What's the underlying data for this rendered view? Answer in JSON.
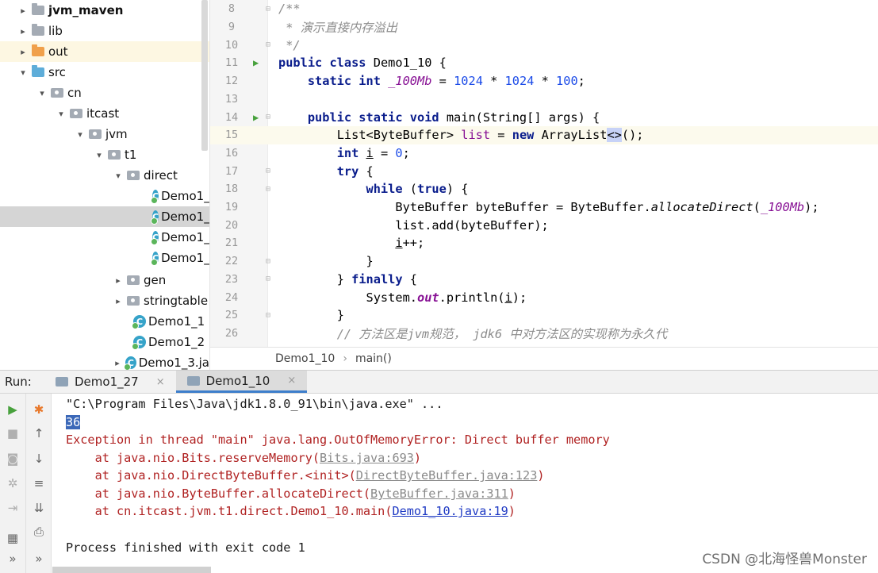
{
  "project_tree": {
    "items": [
      {
        "label": "jvm_maven",
        "arrow": "▸",
        "icon": "folder-icon",
        "bold": true
      },
      {
        "label": "lib",
        "arrow": "▸",
        "icon": "folder-icon"
      },
      {
        "label": "out",
        "arrow": "▸",
        "icon": "folder-orange-icon"
      },
      {
        "label": "src",
        "arrow": "▾",
        "icon": "folder-blue-icon"
      },
      {
        "label": "cn",
        "arrow": "▾",
        "icon": "package-icon"
      },
      {
        "label": "itcast",
        "arrow": "▾",
        "icon": "package-icon"
      },
      {
        "label": "jvm",
        "arrow": "▾",
        "icon": "package-icon"
      },
      {
        "label": "t1",
        "arrow": "▾",
        "icon": "package-icon"
      },
      {
        "label": "direct",
        "arrow": "▾",
        "icon": "package-icon"
      },
      {
        "label": "Demo1_",
        "icon": "class-icon"
      },
      {
        "label": "Demo1_",
        "icon": "class-icon",
        "selected": true
      },
      {
        "label": "Demo1_",
        "icon": "class-icon"
      },
      {
        "label": "Demo1_",
        "icon": "class-icon"
      },
      {
        "label": "gen",
        "arrow": "▸",
        "icon": "package-icon"
      },
      {
        "label": "stringtable",
        "arrow": "▸",
        "icon": "package-icon"
      },
      {
        "label": "Demo1_1",
        "icon": "class-icon"
      },
      {
        "label": "Demo1_2",
        "icon": "class-icon"
      },
      {
        "label": "Demo1_3.ja",
        "arrow": "▸",
        "icon": "class-icon"
      }
    ]
  },
  "editor": {
    "line_numbers": [
      "8",
      "9",
      "10",
      "11",
      "12",
      "13",
      "14",
      "15",
      "16",
      "17",
      "18",
      "19",
      "20",
      "21",
      "22",
      "23",
      "24",
      "25",
      "26"
    ],
    "lines": {
      "l8": "/**",
      "l9": " * 演示直接内存溢出",
      "l10": " */",
      "l11_kw": "public class ",
      "l11_rest": "Demo1_10 {",
      "l12_kw": "static int ",
      "l12_field": "_100Mb",
      "l12_eq": " = ",
      "l12_n1": "1024",
      "l12_op1": " * ",
      "l12_n2": "1024",
      "l12_op2": " * ",
      "l12_n3": "100",
      "l12_end": ";",
      "l14_kw": "public static void ",
      "l14_rest": "main(String[] args) {",
      "l15_a": "List<ByteBuffer> ",
      "l15_var": "list",
      "l15_b": " = ",
      "l15_kw": "new ",
      "l15_c": "ArrayList",
      "l15_diamond": "<>",
      "l15_d": "();",
      "l16_kw": "int ",
      "l16_var": "i",
      "l16_b": " = ",
      "l16_num": "0",
      "l16_end": ";",
      "l17_kw": "try ",
      "l17_rest": "{",
      "l18_kw": "while ",
      "l18_a": "(",
      "l18_kw2": "true",
      "l18_b": ") {",
      "l19_a": "ByteBuffer byteBuffer = ByteBuffer.",
      "l19_meth": "allocateDirect",
      "l19_b": "(",
      "l19_field": "_100Mb",
      "l19_c": ");",
      "l20": "list.add(byteBuffer);",
      "l21_var": "i",
      "l21_rest": "++;",
      "l22": "}",
      "l23_a": "} ",
      "l23_kw": "finally ",
      "l23_b": "{",
      "l24_a": "System.",
      "l24_field": "out",
      "l24_b": ".println(",
      "l24_var": "i",
      "l24_c": ");",
      "l25": "}",
      "l26": "// 方法区是jvm规范， jdk6 中对方法区的实现称为永久代"
    },
    "breadcrumb": [
      "Demo1_10",
      "main()"
    ]
  },
  "run_panel": {
    "label": "Run:",
    "tabs": [
      {
        "label": "Demo1_27",
        "active": false
      },
      {
        "label": "Demo1_10",
        "active": true
      }
    ],
    "close_glyph": "×",
    "console": {
      "cmd": "\"C:\\Program Files\\Java\\jdk1.8.0_91\\bin\\java.exe\" ...",
      "output": "36",
      "exception": "Exception in thread \"main\" java.lang.OutOfMemoryError: Direct buffer memory",
      "trace": [
        {
          "prefix": "    at java.nio.Bits.reserveMemory(",
          "link": "Bits.java:693",
          "suffix": ")",
          "link_color": "gray"
        },
        {
          "prefix": "    at java.nio.DirectByteBuffer.<init>(",
          "link": "DirectByteBuffer.java:123",
          "suffix": ")",
          "link_color": "gray"
        },
        {
          "prefix": "    at java.nio.ByteBuffer.allocateDirect(",
          "link": "ByteBuffer.java:311",
          "suffix": ")",
          "link_color": "gray"
        },
        {
          "prefix": "    at cn.itcast.jvm.t1.direct.Demo1_10.main(",
          "link": "Demo1_10.java:19",
          "suffix": ")",
          "link_color": "blue"
        }
      ],
      "exit": "Process finished with exit code 1"
    },
    "toolbar_left": [
      "run-icon",
      "stop-icon",
      "camera-icon",
      "debug-icon",
      "login-icon",
      "layout-icon",
      "more-icon"
    ],
    "toolbar_right": [
      "pin-icon",
      "arrow-up-icon",
      "arrow-down-icon",
      "wrap-icon",
      "scroll-to-end-icon",
      "print-icon",
      "more-icon"
    ]
  },
  "watermark": "CSDN @北海怪兽Monster"
}
